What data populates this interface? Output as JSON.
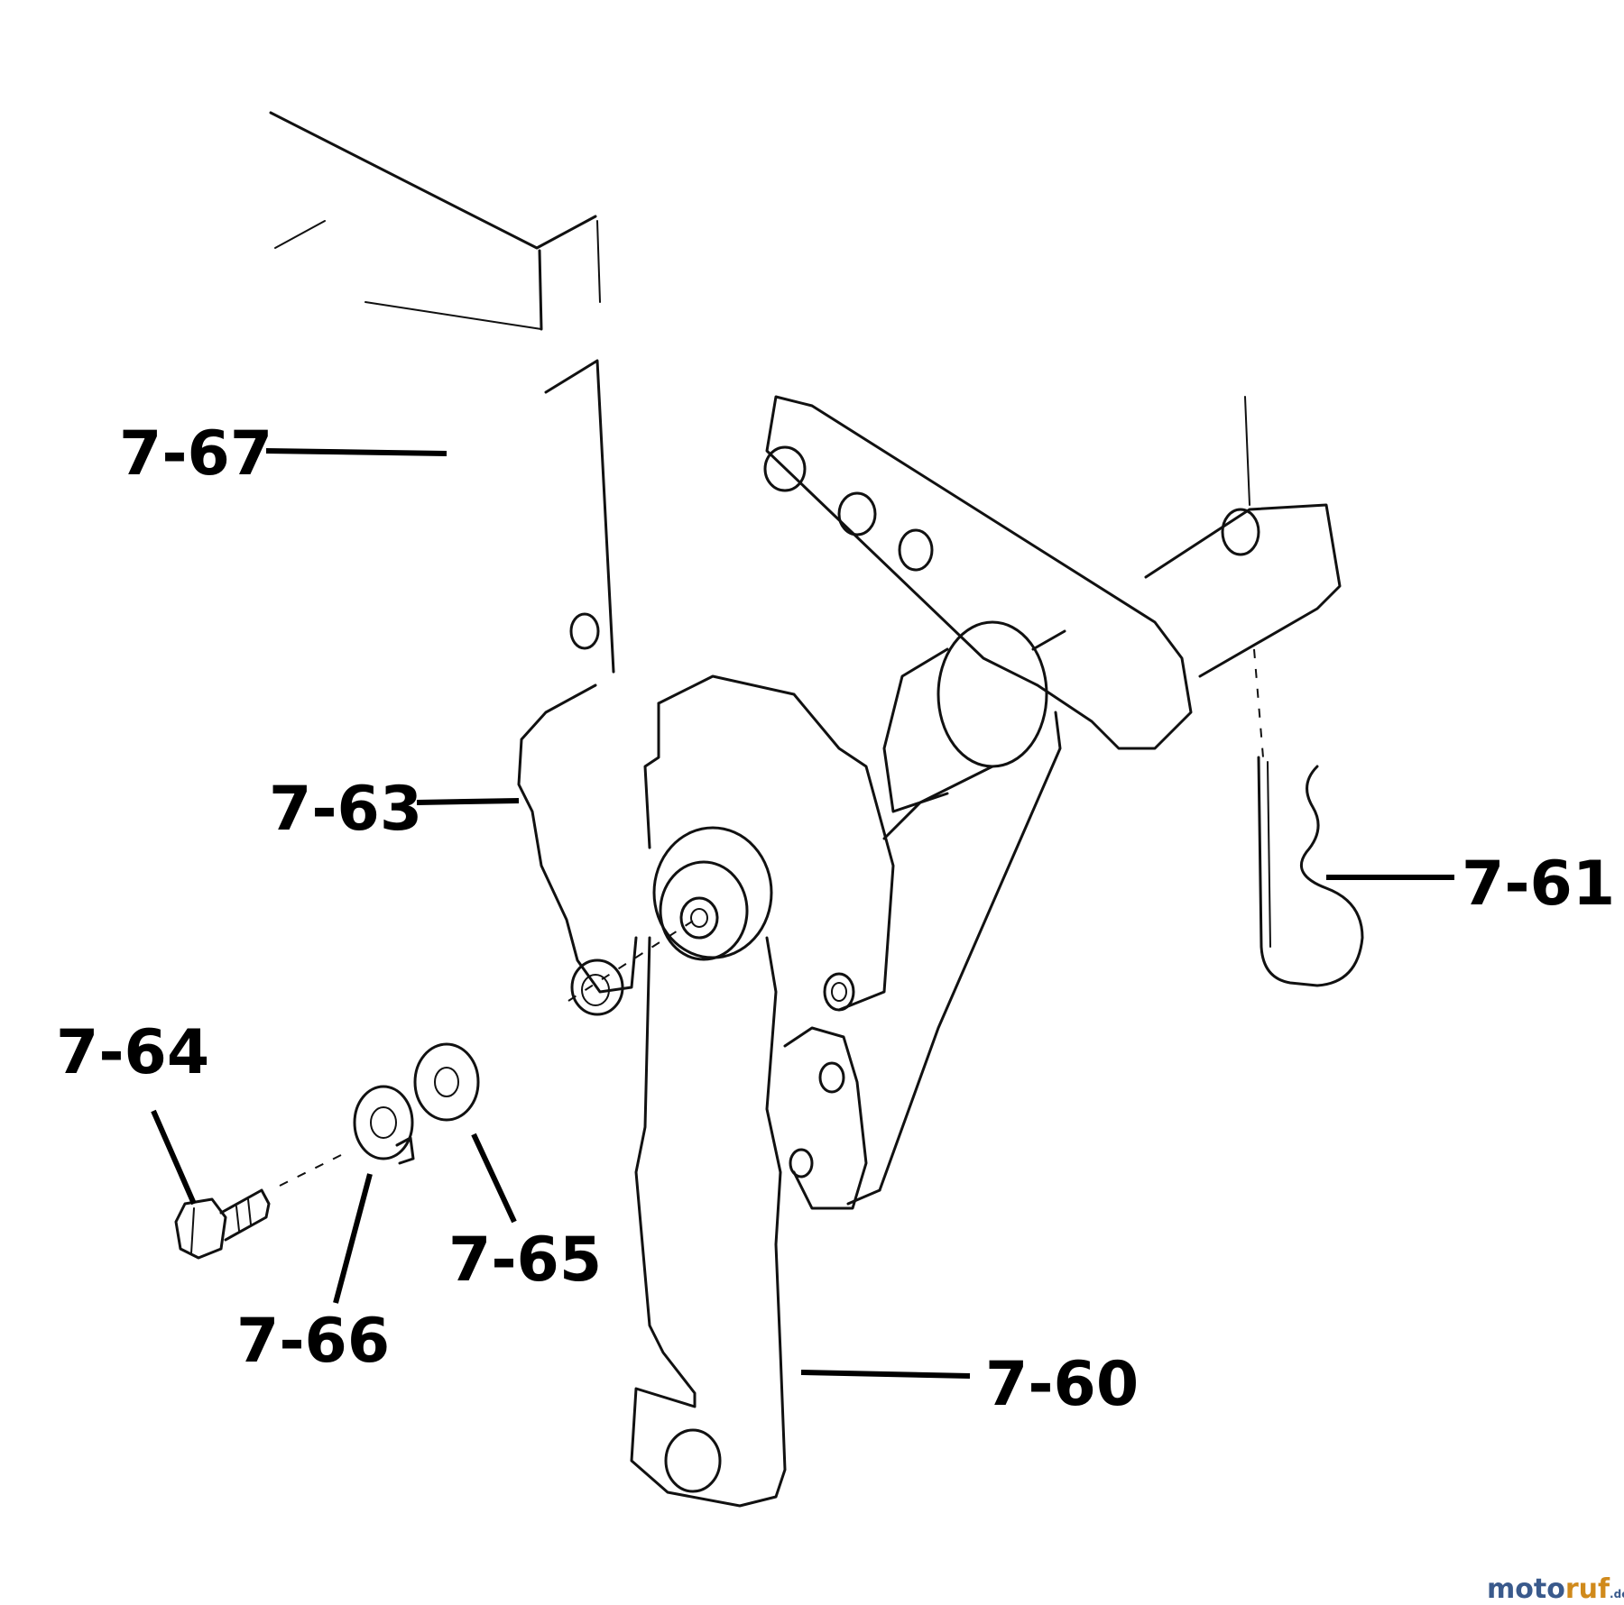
{
  "callouts": {
    "c7_67": "7-67",
    "c7_63": "7-63",
    "c7_61": "7-61",
    "c7_64": "7-64",
    "c7_65": "7-65",
    "c7_66": "7-66",
    "c7_60": "7-60"
  },
  "watermark": {
    "part_a": "moto",
    "part_b": "ruf",
    "suffix": ".de"
  },
  "colors": {
    "line": "#111111",
    "watermark_blue": "#3a5a8c",
    "watermark_orange": "#d08a1c"
  }
}
